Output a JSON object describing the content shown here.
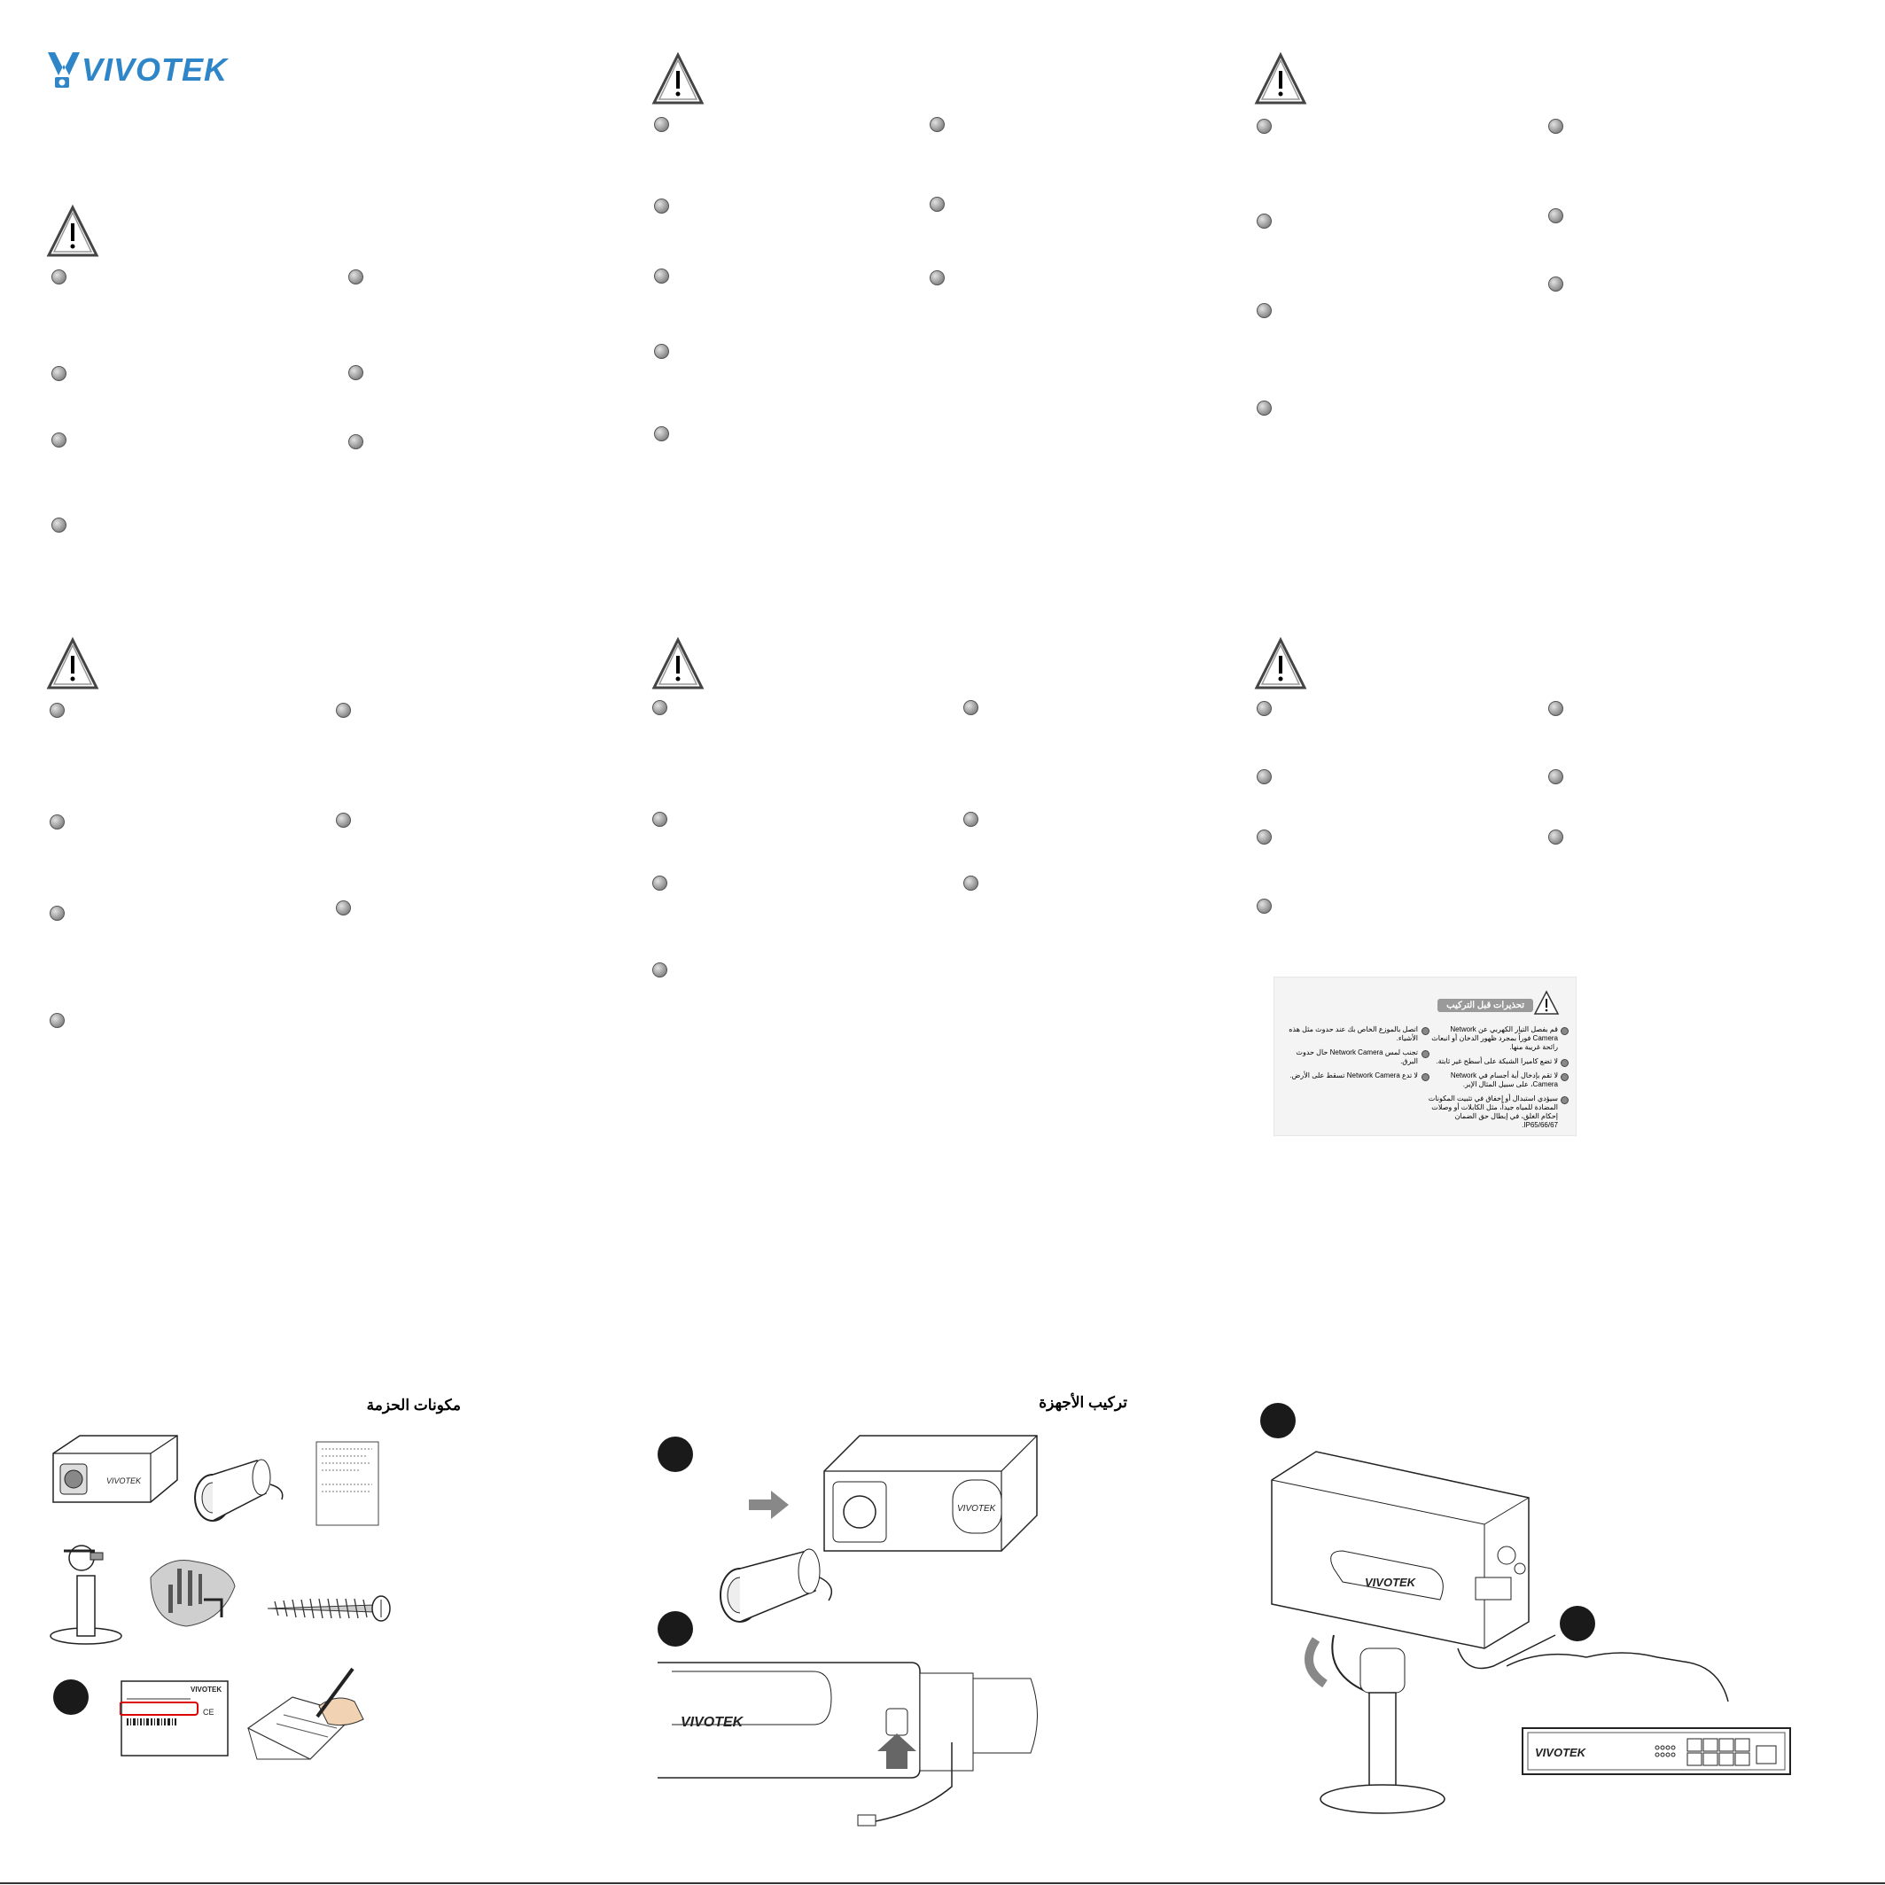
{
  "brand": {
    "logo_text": "VIVOTEK"
  },
  "sections": {
    "package_contents_title": "مكونات الحزمة",
    "hardware_install_title": "تركيب الأجهزة"
  },
  "inset": {
    "title": "تحذيرات قبل التركيب",
    "right_items": [
      "قم بفصل التيار الكهربي عن Network Camera فوراً بمجرد ظهور الدخان أو انبعاث رائحة غريبة منها.",
      "لا تضع كاميرا الشبكة على أسطح غير ثابتة.",
      "لا تقم بإدخال أية أجسام في Network Camera، على سبيل المثال الإبر.",
      "سيؤدي استبدال أو إخفاق في تثبيت المكونات المضادة للمياه جيداً، مثل الكابلات أو وصلات إحكام الغلق، في إبطال حق الضمان IP65/66/67."
    ],
    "left_items": [
      "اتصل بالموزع الخاص بك عند حدوث مثل هذه الأشياء.",
      "تجنب لمس Network Camera حال حدوث البرق.",
      "لا تدع Network Camera تسقط على الأرض."
    ]
  },
  "switch_label": "VIVOTEK",
  "colors": {
    "brand_blue": "#2e86c8",
    "bullet_gray": "#8a8a8a"
  },
  "icons": [
    "warning-triangle-icon",
    "bullet-icon",
    "step-number-icon"
  ]
}
